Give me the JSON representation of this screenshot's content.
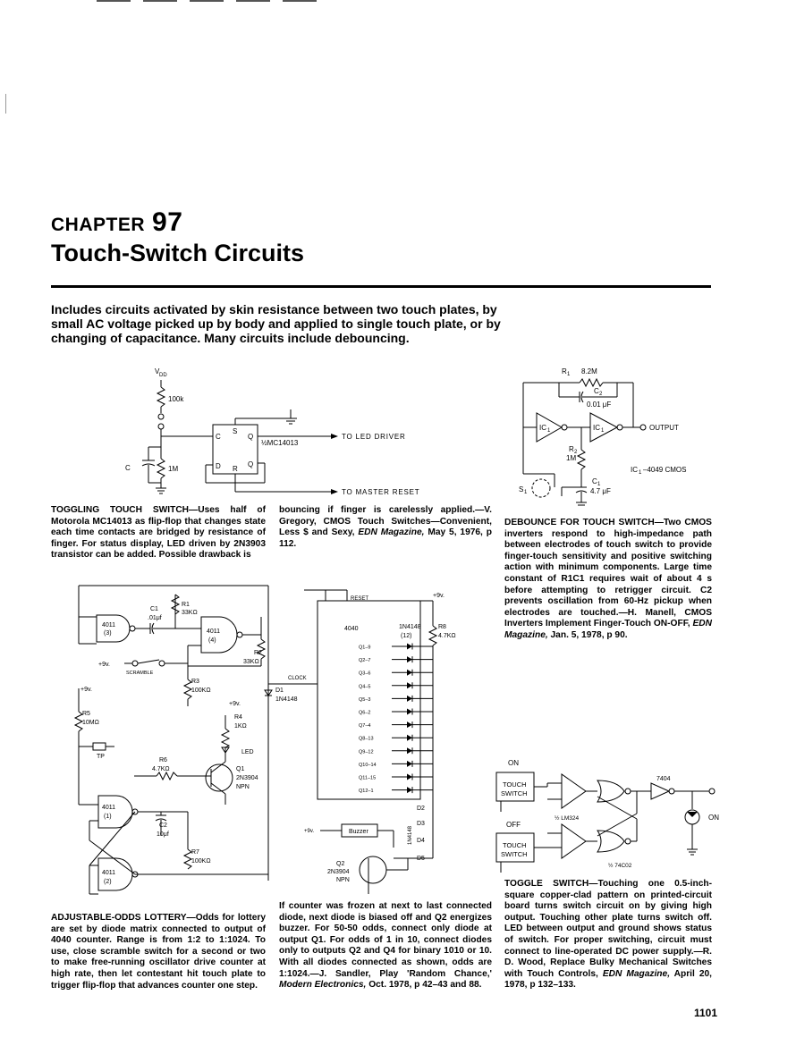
{
  "chapter": {
    "label": "CHAPTER",
    "number": "97",
    "title": "Touch-Switch Circuits"
  },
  "intro": "Includes circuits activated by skin resistance between two touch plates, by small AC voltage picked up by body and applied to single touch plate, or by changing of capacitance. Many circuits include debouncing.",
  "figures": {
    "toggling": {
      "labels": {
        "vdd": "V",
        "vdd_sub": "DD",
        "r100k": "100k",
        "c": "C",
        "r1m": "1M",
        "pin_c": "C",
        "pin_s": "S",
        "pin_q": "Q",
        "pin_d": "D",
        "pin_r": "R",
        "pin_qbar": "Q",
        "ic": "½MC14013",
        "to_led": "TO LED DRIVER",
        "to_reset": "TO MASTER RESET"
      },
      "caption": {
        "title": "TOGGLING TOUCH SWITCH",
        "body_a": "—Uses half of Motorola MC14013 as flip-flop that changes state each time contacts are bridged by resistance of finger. For status display, LED driven by 2N3903 transistor can be added. Possible drawback is",
        "body_b": "bouncing if finger is carelessly applied.—V. Gregory, CMOS Touch Switches—Convenient, Less $ and Sexy, ",
        "source": "EDN Magazine,",
        "tail": " May 5, 1976, p 112."
      }
    },
    "debounce": {
      "labels": {
        "r1": "R",
        "r1_sub": "1",
        "r1_val": "8.2M",
        "c2": "C",
        "c2_sub": "2",
        "c2_val": "0.01 μF",
        "ic1a": "IC",
        "ic1a_sub": "1",
        "ic1b": "IC",
        "ic1b_sub": "1",
        "output": "OUTPUT",
        "r2": "R",
        "r2_sub": "2",
        "r2_val": "1M",
        "c1": "C",
        "c1_sub": "1",
        "c1_val": "4.7 μF",
        "s1": "S",
        "s1_sub": "1",
        "ic_note": "IC",
        "ic_note_sub": "1",
        "ic_note_val": "–4049 CMOS"
      },
      "caption": {
        "title": "DEBOUNCE FOR TOUCH SWITCH",
        "body": "—Two CMOS inverters respond to high-impedance path between electrodes of touch switch to provide finger-touch sensitivity and positive switching action with minimum components. Large time constant of R1C1 requires wait of about 4 s before attempting to retrigger circuit. C2 prevents oscillation from 60-Hz pickup when electrodes are touched.—H. Manell, CMOS Inverters Implement Finger-Touch ON-OFF, ",
        "source": "EDN Magazine,",
        "tail": " Jan. 5, 1978, p 90."
      }
    },
    "lottery": {
      "labels": {
        "c1": "C1",
        "c1_val": ".01μf",
        "r1": "R1",
        "r1_val": "33KΩ",
        "g1": "4011",
        "g1_n": "(3)",
        "g2": "4011",
        "g2_n": "(4)",
        "r2": "R2",
        "r2_val": "33KΩ",
        "plus9_1": "+9v.",
        "scramble": "SCRAMBLE",
        "r3": "R3",
        "r3_val": "100KΩ",
        "plus9_2": "+9v.",
        "r5": "R5",
        "r5_val": "10MΩ",
        "tp": "TP",
        "r4": "R4",
        "r4_val": "1KΩ",
        "plus9_3": "+9v.",
        "led": "LED",
        "r6": "R6",
        "r6_val": "4.7KΩ",
        "q1": "Q1",
        "q1_type": "2N3904",
        "q1_npn": "NPN",
        "g3": "4011",
        "g3_n": "(1)",
        "c2": "C2",
        "c2_val": "10μf",
        "r7": "R7",
        "r7_val": "100KΩ",
        "g4": "4011",
        "g4_n": "(2)",
        "d1": "D1",
        "d1_type": "1N4148",
        "clock": "CLOCK",
        "reset": "RESET",
        "counter": "4040",
        "plus9_4": "+9v.",
        "diode_type": "1N4148",
        "diode_n": "(12)",
        "r8": "R8",
        "r8_val": "4.7KΩ",
        "outputs": [
          "Q1–9",
          "Q2–7",
          "Q3–6",
          "Q4–5",
          "Q5–3",
          "Q6–2",
          "Q7–4",
          "Q8–13",
          "Q9–12",
          "Q10–14",
          "Q11–15",
          "Q12–1"
        ],
        "d2": "D2",
        "d3": "D3",
        "d4": "D4",
        "d5": "D5",
        "d_side": "1N4148",
        "plus9_5": "+9v.",
        "buzzer": "Buzzer",
        "q2": "Q2",
        "q2_type": "2N3904",
        "q2_npn": "NPN"
      },
      "caption": {
        "title": "ADJUSTABLE-ODDS LOTTERY",
        "body": "—Odds for lottery are set by diode matrix connected to output of 4040 counter. Range is from 1:2 to 1:1024. To use, close scramble switch for a second or two to make free-running oscillator drive counter at high rate, then let contestant hit touch plate to trigger flip-flop that advances counter one step.",
        "body2": "If counter was frozen at next to last connected diode, next diode is biased off and Q2 energizes buzzer. For 50-50 odds, connect only diode at output Q1. For odds of 1 in 10, connect diodes only to outputs Q2 and Q4 for binary 1010 or 10. With all diodes connected as shown, odds are 1:1024.—J. Sandler, Play 'Random Chance,' ",
        "source": "Modern Electronics,",
        "tail": " Oct. 1978, p 42–43 and 88."
      }
    },
    "toggle": {
      "labels": {
        "on": "ON",
        "touch_on_1": "TOUCH",
        "touch_on_2": "SWITCH",
        "off": "OFF",
        "touch_off_1": "TOUCH",
        "touch_off_2": "SWITCH",
        "lm324": "½ LM324",
        "g7404": "7404",
        "g74c02": "½ 74C02",
        "led_on": "ON"
      },
      "caption": {
        "title": "TOGGLE SWITCH",
        "body": "—Touching one 0.5-inch-square copper-clad pattern on printed-circuit board turns switch circuit on by giving high output. Touching other plate turns switch off. LED between output and ground shows status of switch. For proper switching, circuit must connect to line-operated DC power supply.—R. D. Wood, Replace Bulky Mechanical Switches with Touch Controls, ",
        "source": "EDN Magazine,",
        "tail": " April 20, 1978, p 132–133."
      }
    }
  },
  "page_number": "1101"
}
